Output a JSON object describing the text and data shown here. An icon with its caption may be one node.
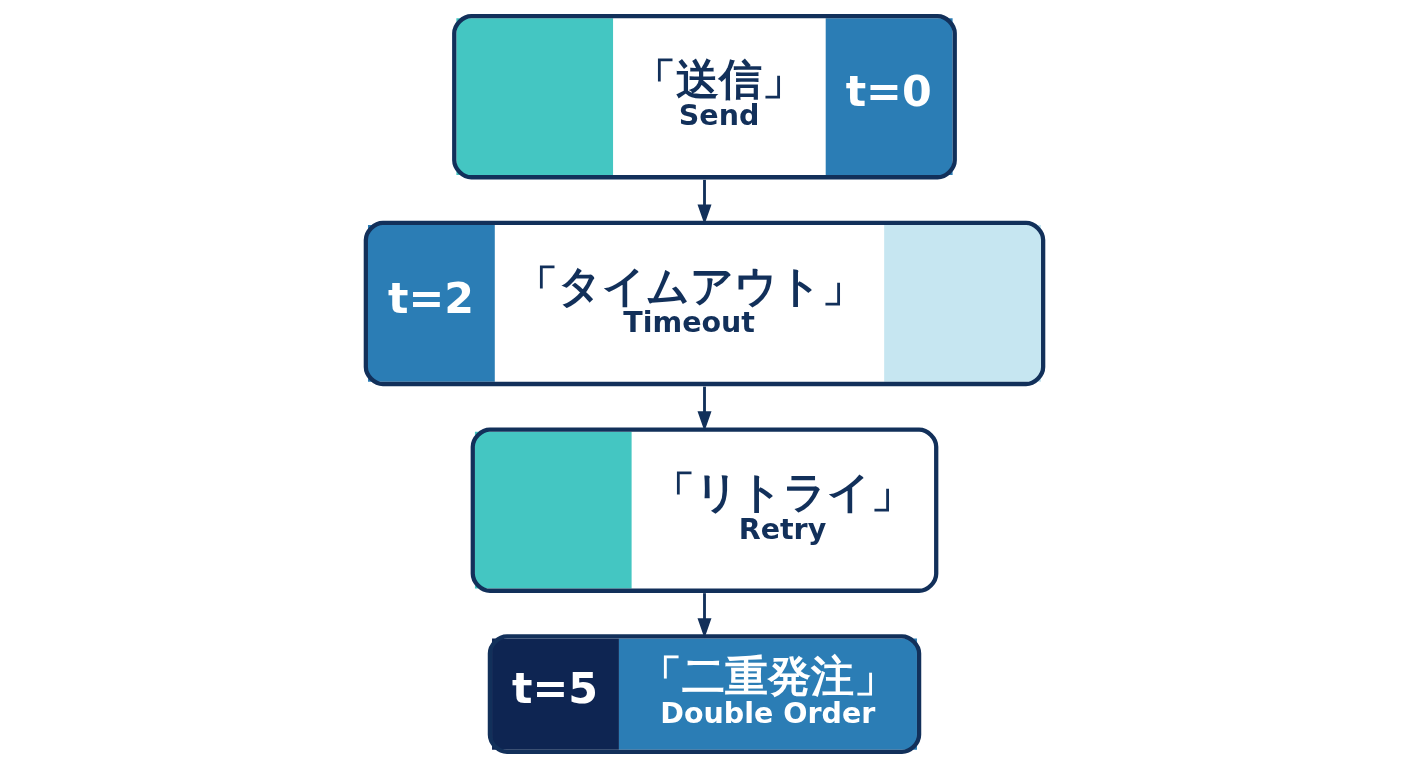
{
  "diagram": {
    "nodes": [
      {
        "text": [
          "「送信」",
          "Send",
          "t=0"
        ]
      },
      {
        "text": [
          "t=2",
          "「タイムアウト」",
          "Timeout"
        ]
      },
      {
        "text": [
          "「リトライ」",
          "Retry"
        ]
      },
      {
        "text": [
          "t=5",
          "「二重発注」",
          "Double Order"
        ]
      }
    ],
    "edges": [
      {
        "from": 0,
        "to": 1,
        "arrow": "to"
      },
      {
        "from": 1,
        "to": 2,
        "arrow": "to"
      },
      {
        "from": 2,
        "to": 3,
        "arrow": "to"
      }
    ]
  }
}
